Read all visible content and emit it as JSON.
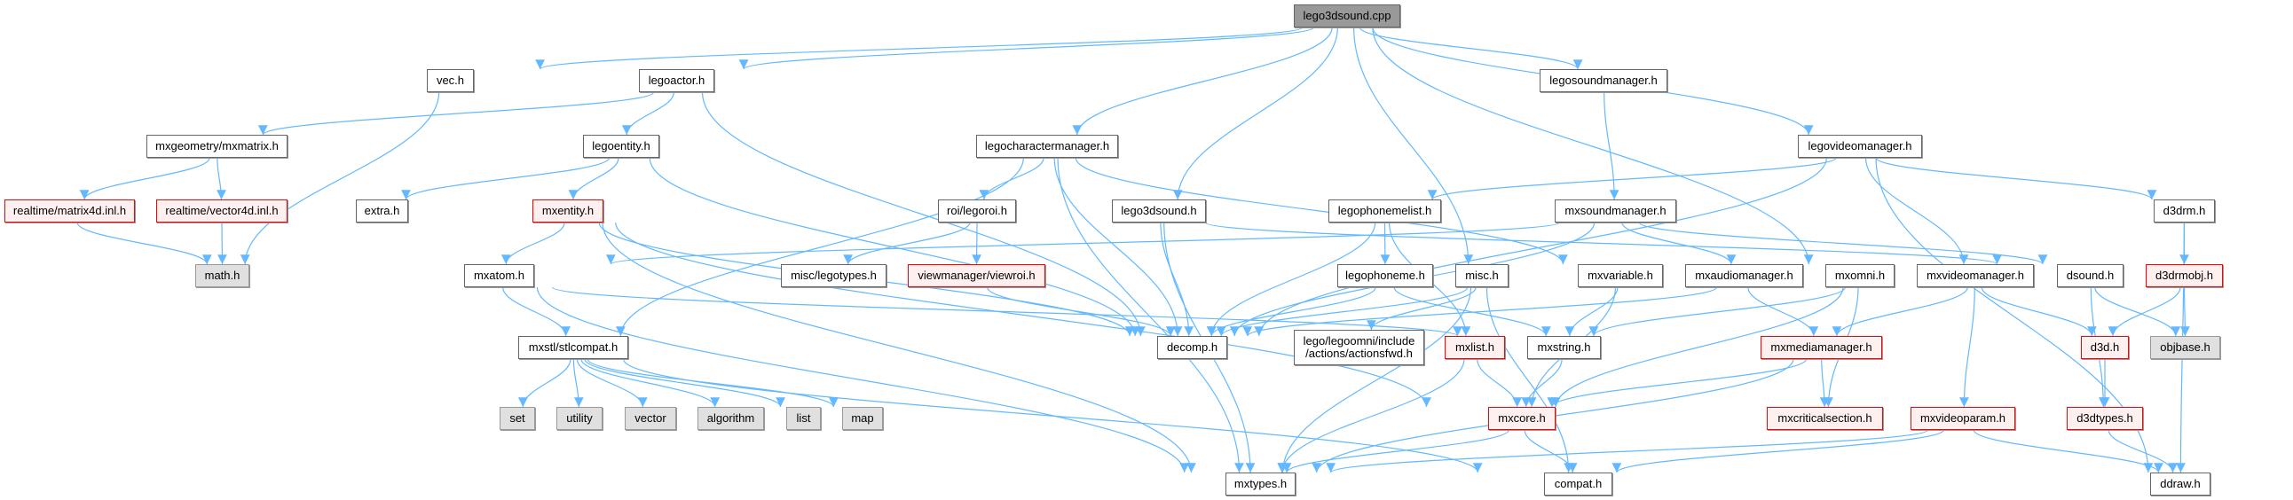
{
  "title": "lego3dsound.cpp",
  "colors": {
    "edge": "#63b8ff",
    "node_border": "#666666",
    "missing_border": "#ff0000",
    "missing_fill": "#fff0f0",
    "system_fill": "#e0e0e0",
    "root_fill": "#999999"
  },
  "nodes": [
    {
      "id": "root",
      "label": "lego3dsound.cpp",
      "kind": "root"
    },
    {
      "id": "vec",
      "label": "vec.h",
      "kind": "normal"
    },
    {
      "id": "legoactor",
      "label": "legoactor.h",
      "kind": "normal"
    },
    {
      "id": "legosoundmanager",
      "label": "legosoundmanager.h",
      "kind": "normal"
    },
    {
      "id": "mxmatrix",
      "label": "mxgeometry/mxmatrix.h",
      "kind": "normal"
    },
    {
      "id": "legoentity",
      "label": "legoentity.h",
      "kind": "normal"
    },
    {
      "id": "legocharactermanager",
      "label": "legocharactermanager.h",
      "kind": "normal"
    },
    {
      "id": "legovideomanager",
      "label": "legovideomanager.h",
      "kind": "normal"
    },
    {
      "id": "matrix4d",
      "label": "realtime/matrix4d.inl.h",
      "kind": "red"
    },
    {
      "id": "vector4d",
      "label": "realtime/vector4d.inl.h",
      "kind": "red"
    },
    {
      "id": "extra",
      "label": "extra.h",
      "kind": "normal"
    },
    {
      "id": "mxentity",
      "label": "mxentity.h",
      "kind": "red"
    },
    {
      "id": "legoroi",
      "label": "roi/legoroi.h",
      "kind": "normal"
    },
    {
      "id": "lego3dsoundh",
      "label": "lego3dsound.h",
      "kind": "normal"
    },
    {
      "id": "legophonemelist",
      "label": "legophonemelist.h",
      "kind": "normal"
    },
    {
      "id": "mxsoundmanager",
      "label": "mxsoundmanager.h",
      "kind": "normal"
    },
    {
      "id": "d3drm",
      "label": "d3drm.h",
      "kind": "normal"
    },
    {
      "id": "math",
      "label": "math.h",
      "kind": "gray"
    },
    {
      "id": "mxatom",
      "label": "mxatom.h",
      "kind": "normal"
    },
    {
      "id": "legotypes",
      "label": "misc/legotypes.h",
      "kind": "normal"
    },
    {
      "id": "viewroi",
      "label": "viewmanager/viewroi.h",
      "kind": "red"
    },
    {
      "id": "legophoneme",
      "label": "legophoneme.h",
      "kind": "normal"
    },
    {
      "id": "misc",
      "label": "misc.h",
      "kind": "normal"
    },
    {
      "id": "mxvariable",
      "label": "mxvariable.h",
      "kind": "normal"
    },
    {
      "id": "mxaudiomanager",
      "label": "mxaudiomanager.h",
      "kind": "normal"
    },
    {
      "id": "mxomni",
      "label": "mxomni.h",
      "kind": "normal"
    },
    {
      "id": "mxvideomanager",
      "label": "mxvideomanager.h",
      "kind": "normal"
    },
    {
      "id": "dsound",
      "label": "dsound.h",
      "kind": "normal"
    },
    {
      "id": "d3drmobj",
      "label": "d3drmobj.h",
      "kind": "red"
    },
    {
      "id": "stlcompat",
      "label": "mxstl/stlcompat.h",
      "kind": "normal"
    },
    {
      "id": "decomp",
      "label": "decomp.h",
      "kind": "normal"
    },
    {
      "id": "actionsfwd",
      "label": "lego/legoomni/include\n/actions/actionsfwd.h",
      "kind": "normal"
    },
    {
      "id": "mxlist",
      "label": "mxlist.h",
      "kind": "red"
    },
    {
      "id": "mxstring",
      "label": "mxstring.h",
      "kind": "normal"
    },
    {
      "id": "mxmediamanager",
      "label": "mxmediamanager.h",
      "kind": "red"
    },
    {
      "id": "d3d",
      "label": "d3d.h",
      "kind": "red"
    },
    {
      "id": "objbase",
      "label": "objbase.h",
      "kind": "gray"
    },
    {
      "id": "set",
      "label": "set",
      "kind": "gray"
    },
    {
      "id": "utility",
      "label": "utility",
      "kind": "gray"
    },
    {
      "id": "vector",
      "label": "vector",
      "kind": "gray"
    },
    {
      "id": "algorithm",
      "label": "algorithm",
      "kind": "gray"
    },
    {
      "id": "list",
      "label": "list",
      "kind": "gray"
    },
    {
      "id": "map",
      "label": "map",
      "kind": "gray"
    },
    {
      "id": "mxcore",
      "label": "mxcore.h",
      "kind": "red"
    },
    {
      "id": "mxcriticalsection",
      "label": "mxcriticalsection.h",
      "kind": "red"
    },
    {
      "id": "mxvideoparam",
      "label": "mxvideoparam.h",
      "kind": "red"
    },
    {
      "id": "d3dtypes",
      "label": "d3dtypes.h",
      "kind": "red"
    },
    {
      "id": "mxtypes",
      "label": "mxtypes.h",
      "kind": "normal"
    },
    {
      "id": "compat",
      "label": "compat.h",
      "kind": "normal"
    },
    {
      "id": "ddraw",
      "label": "ddraw.h",
      "kind": "normal"
    }
  ],
  "edges": [
    [
      "root",
      "vec"
    ],
    [
      "root",
      "legoactor"
    ],
    [
      "root",
      "legocharactermanager"
    ],
    [
      "root",
      "lego3dsoundh"
    ],
    [
      "root",
      "misc"
    ],
    [
      "root",
      "legosoundmanager"
    ],
    [
      "root",
      "mxomni"
    ],
    [
      "root",
      "legovideomanager"
    ],
    [
      "vec",
      "math"
    ],
    [
      "legoactor",
      "mxmatrix"
    ],
    [
      "legoactor",
      "legoentity"
    ],
    [
      "legoactor",
      "decomp"
    ],
    [
      "mxmatrix",
      "matrix4d"
    ],
    [
      "mxmatrix",
      "vector4d"
    ],
    [
      "matrix4d",
      "math"
    ],
    [
      "vector4d",
      "math"
    ],
    [
      "legoentity",
      "extra"
    ],
    [
      "legoentity",
      "mxentity"
    ],
    [
      "legoentity",
      "decomp"
    ],
    [
      "legocharactermanager",
      "stlcompat"
    ],
    [
      "legocharactermanager",
      "legoroi"
    ],
    [
      "legocharactermanager",
      "decomp"
    ],
    [
      "legocharactermanager",
      "mxtypes"
    ],
    [
      "legocharactermanager",
      "mxvariable"
    ],
    [
      "legoroi",
      "legotypes"
    ],
    [
      "legoroi",
      "viewroi"
    ],
    [
      "viewroi",
      "decomp"
    ],
    [
      "mxentity",
      "mxatom"
    ],
    [
      "mxentity",
      "decomp"
    ],
    [
      "mxentity",
      "mxtypes"
    ],
    [
      "mxentity",
      "mxcore"
    ],
    [
      "mxatom",
      "stlcompat"
    ],
    [
      "mxatom",
      "mxtypes"
    ],
    [
      "mxatom",
      "mxstring"
    ],
    [
      "stlcompat",
      "set"
    ],
    [
      "stlcompat",
      "utility"
    ],
    [
      "stlcompat",
      "vector"
    ],
    [
      "stlcompat",
      "algorithm"
    ],
    [
      "stlcompat",
      "list"
    ],
    [
      "stlcompat",
      "map"
    ],
    [
      "stlcompat",
      "compat"
    ],
    [
      "lego3dsoundh",
      "decomp"
    ],
    [
      "lego3dsoundh",
      "mxtypes"
    ],
    [
      "lego3dsoundh",
      "dsound"
    ],
    [
      "legophonemelist",
      "decomp"
    ],
    [
      "legophonemelist",
      "legophoneme"
    ],
    [
      "legophonemelist",
      "mxlist"
    ],
    [
      "legophoneme",
      "decomp"
    ],
    [
      "legophoneme",
      "mxstring"
    ],
    [
      "misc",
      "decomp"
    ],
    [
      "misc",
      "actionsfwd"
    ],
    [
      "misc",
      "compat"
    ],
    [
      "misc",
      "mxtypes"
    ],
    [
      "legosoundmanager",
      "mxsoundmanager"
    ],
    [
      "mxsoundmanager",
      "decomp"
    ],
    [
      "mxsoundmanager",
      "mxatom"
    ],
    [
      "mxsoundmanager",
      "mxaudiomanager"
    ],
    [
      "mxsoundmanager",
      "dsound"
    ],
    [
      "legovideomanager",
      "decomp"
    ],
    [
      "legovideomanager",
      "legophonemelist"
    ],
    [
      "legovideomanager",
      "mxvideomanager"
    ],
    [
      "legovideomanager",
      "d3drm"
    ],
    [
      "legovideomanager",
      "ddraw"
    ],
    [
      "mxvariable",
      "mxstring"
    ],
    [
      "mxvariable",
      "mxcore"
    ],
    [
      "mxaudiomanager",
      "decomp"
    ],
    [
      "mxaudiomanager",
      "mxmediamanager"
    ],
    [
      "mxomni",
      "mxstring"
    ],
    [
      "mxomni",
      "mxcore"
    ],
    [
      "mxomni",
      "mxcriticalsection"
    ],
    [
      "mxvideomanager",
      "mxmediamanager"
    ],
    [
      "mxvideomanager",
      "d3d"
    ],
    [
      "mxvideomanager",
      "mxvideoparam"
    ],
    [
      "dsound",
      "objbase"
    ],
    [
      "dsound",
      "d3dtypes"
    ],
    [
      "d3drm",
      "d3drmobj"
    ],
    [
      "d3drm",
      "ddraw"
    ],
    [
      "d3drmobj",
      "d3d"
    ],
    [
      "d3drmobj",
      "objbase"
    ],
    [
      "mxlist",
      "mxcore"
    ],
    [
      "mxlist",
      "mxtypes"
    ],
    [
      "mxstring",
      "mxcore"
    ],
    [
      "mxmediamanager",
      "mxcore"
    ],
    [
      "mxmediamanager",
      "mxcriticalsection"
    ],
    [
      "mxmediamanager",
      "mxtypes"
    ],
    [
      "d3d",
      "d3dtypes"
    ],
    [
      "mxcore",
      "compat"
    ],
    [
      "mxcore",
      "mxtypes"
    ],
    [
      "mxvideoparam",
      "compat"
    ],
    [
      "mxvideoparam",
      "mxtypes"
    ],
    [
      "mxvideoparam",
      "ddraw"
    ],
    [
      "d3dtypes",
      "ddraw"
    ]
  ]
}
